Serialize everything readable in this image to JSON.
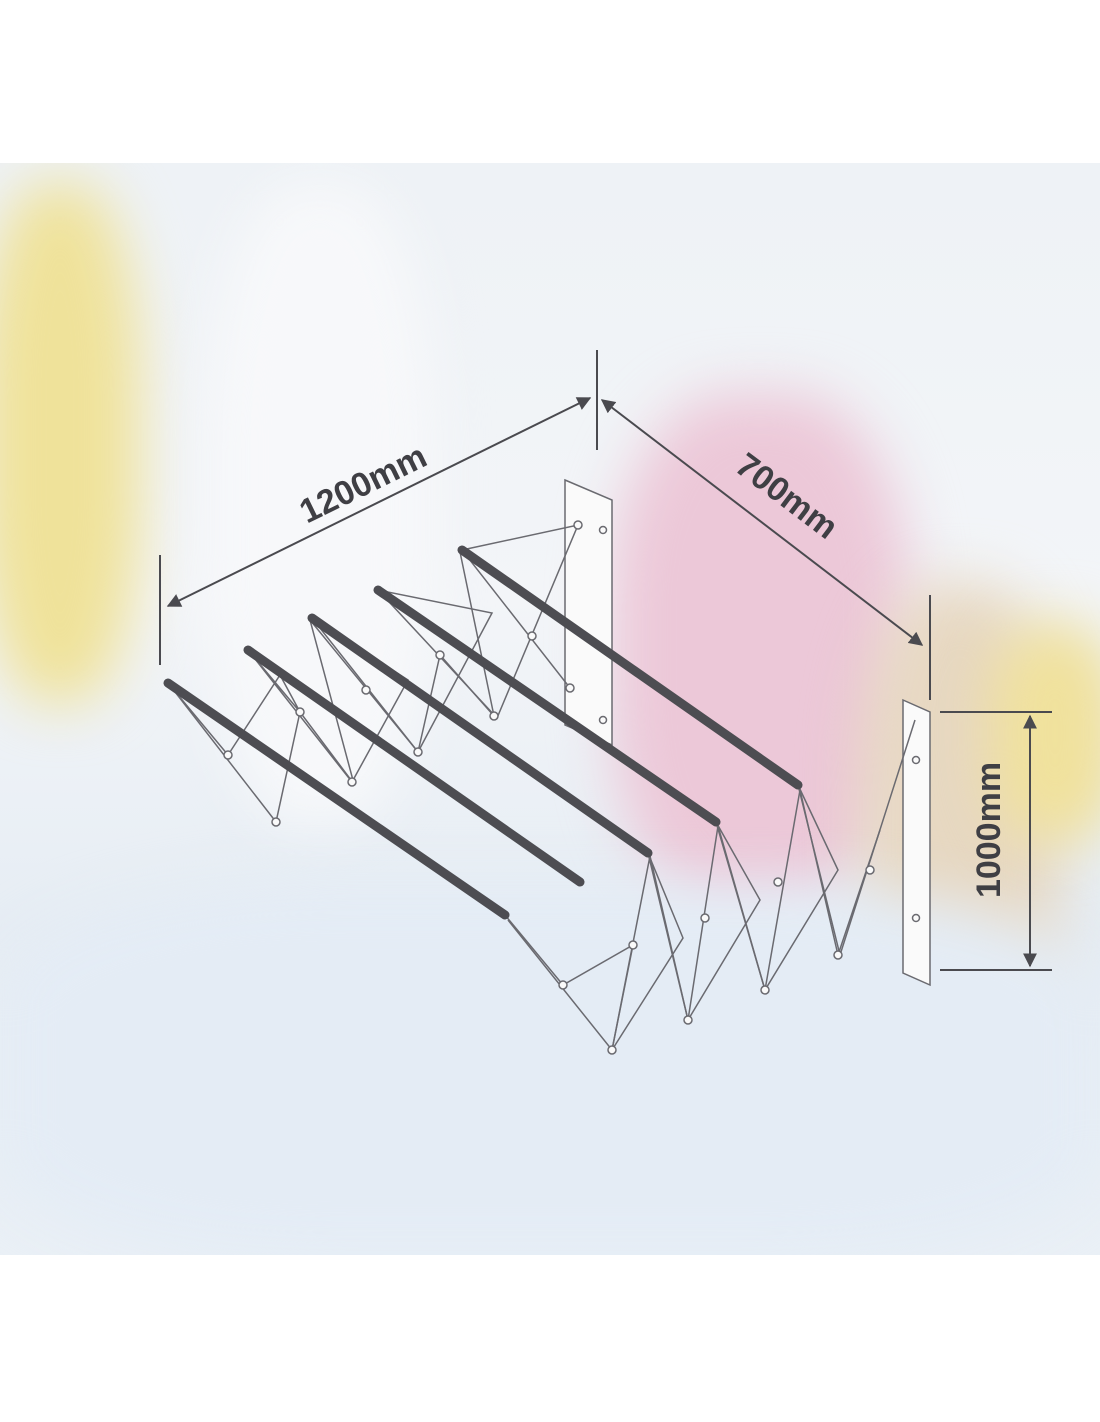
{
  "dimensions": {
    "width": "1200mm",
    "depth": "700mm",
    "height": "1000mm"
  },
  "colors": {
    "dimension_line": "#4a4a4f",
    "bar": "#4d4d52",
    "frame_stroke": "#6a6a70"
  }
}
